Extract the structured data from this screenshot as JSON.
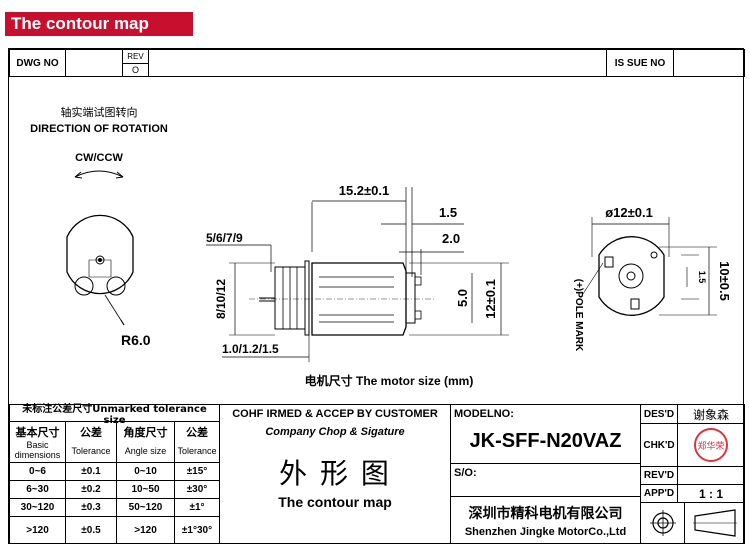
{
  "header": {
    "title": "The contour map"
  },
  "title_block": {
    "dwg_no_label": "DWG NO",
    "rev_label": "REV",
    "rev_value": "O",
    "issue_no_label": "IS SUE NO"
  },
  "drawing": {
    "rotation_cn": "轴实端试图转向",
    "rotation_en": "DIRECTION OF ROTATION",
    "cw_ccw": "CW/CCW",
    "r6": "R6.0",
    "dim_15_2": "15.2±0.1",
    "dim_1_5": "1.5",
    "dim_2_0": "2.0",
    "dim_5679": "5/6/7/9",
    "dim_81012": "8/10/12",
    "dim_5_0": "5.0",
    "dim_12_01": "12±0.1",
    "dim_shaft": "1.0/1.2/1.5",
    "dim_dia12": "ø12±0.1",
    "dim_10_05": "10±0.5",
    "dim_small_15": "1.5",
    "pole_mark": "(+)POLE MARK",
    "motor_size": "电机尺寸 The motor size (mm)"
  },
  "tolerance": {
    "title": "未标注公差尺寸Unmarked tolerance size",
    "headers": [
      {
        "cn": "基本尺寸",
        "en": "Basic dimensions"
      },
      {
        "cn": "公差",
        "en": "Tolerance"
      },
      {
        "cn": "角度尺寸",
        "en": "Angle size"
      },
      {
        "cn": "公差",
        "en": "Tolerance"
      }
    ],
    "rows": [
      [
        "0~6",
        "±0.1",
        "0~10",
        "±15°"
      ],
      [
        "6~30",
        "±0.2",
        "10~50",
        "±30°"
      ],
      [
        "30~120",
        "±0.3",
        "50~120",
        "±1°"
      ],
      [
        ">120",
        "±0.5",
        ">120",
        "±1°30°"
      ]
    ]
  },
  "confirm": {
    "title": "COHF IRMED & ACCEP BY CUSTOMER",
    "subtitle": "Company Chop & Sigature",
    "cn_title": "外 形 图",
    "en_title": "The contour map"
  },
  "model": {
    "label": "MODELNO:",
    "value": "JK-SFF-N20VAZ",
    "so_label": "S/O:",
    "company_cn": "深圳市精科电机有限公司",
    "company_en": "Shenzhen Jingke MotorCo.,Ltd"
  },
  "sign": {
    "desd": "DES'D",
    "desd_value": "谢象森",
    "chkd": "CHK'D",
    "stamp_name": "郑华荣",
    "revd": "REV'D",
    "appd": "APP'D",
    "scale": "1 : 1"
  },
  "colors": {
    "header_bg": "#c8102e",
    "stamp": "#d9363e"
  }
}
